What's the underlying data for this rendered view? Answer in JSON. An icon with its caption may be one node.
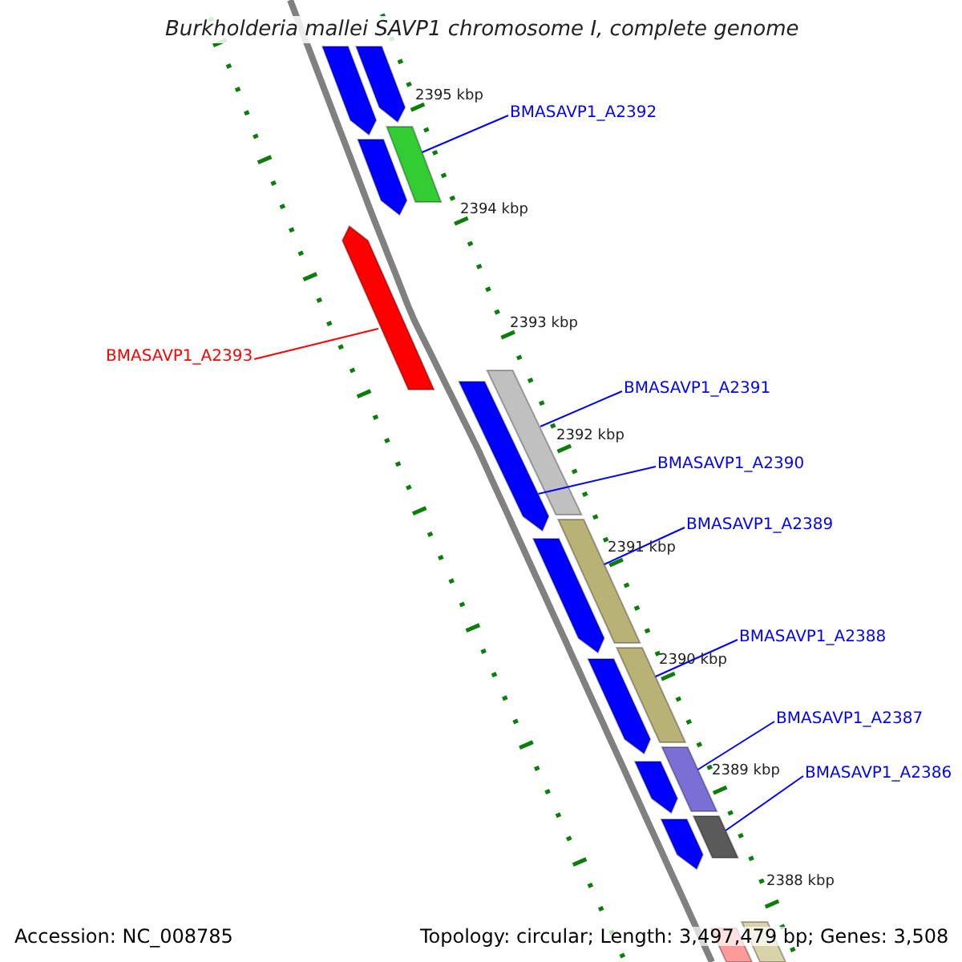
{
  "diagram": {
    "title": "Burkholderia mallei SAVP1 chromosome I, complete genome",
    "nodes": [
      {
        "text": [
          "BMASAVP1_A2392"
        ]
      },
      {
        "text": [
          "BMASAVP1_A2393"
        ]
      },
      {
        "text": [
          "BMASAVP1_A2391"
        ]
      },
      {
        "text": [
          "BMASAVP1_A2390"
        ]
      },
      {
        "text": [
          "BMASAVP1_A2389"
        ]
      },
      {
        "text": [
          "BMASAVP1_A2388"
        ]
      },
      {
        "text": [
          "BMASAVP1_A2387"
        ]
      },
      {
        "text": [
          "BMASAVP1_A2386"
        ]
      },
      {
        "text": [],
        "shape": "arrow"
      },
      {
        "text": [],
        "shape": "arrow"
      },
      {
        "text": [],
        "shape": "bar"
      },
      {
        "text": [],
        "shape": "arrow"
      },
      {
        "text": [],
        "shape": "arrow"
      },
      {
        "text": [],
        "shape": "bar"
      },
      {
        "text": [],
        "shape": "arrow"
      },
      {
        "text": [],
        "shape": "bar"
      },
      {
        "text": [],
        "shape": "arrow"
      },
      {
        "text": [],
        "shape": "bar"
      },
      {
        "text": [],
        "shape": "arrow"
      },
      {
        "text": [],
        "shape": "bar"
      },
      {
        "text": [],
        "shape": "arrow"
      },
      {
        "text": [],
        "shape": "bar"
      },
      {
        "text": [],
        "shape": "arrow"
      },
      {
        "text": [],
        "shape": "bar"
      },
      {
        "text": [],
        "shape": "bar"
      }
    ],
    "edges": [
      {
        "from": 0,
        "to": 10,
        "arrow": "none"
      },
      {
        "from": 1,
        "to": 12,
        "arrow": "none",
        "color": "#ff0000"
      },
      {
        "from": 2,
        "to": 13,
        "arrow": "none"
      },
      {
        "from": 3,
        "to": 14,
        "arrow": "none"
      },
      {
        "from": 4,
        "to": 15,
        "arrow": "none"
      },
      {
        "from": 5,
        "to": 17,
        "arrow": "none"
      },
      {
        "from": 6,
        "to": 19,
        "arrow": "none"
      },
      {
        "from": 7,
        "to": 21,
        "arrow": "none"
      }
    ],
    "labels": [
      "2395 kbp",
      "2394 kbp",
      "2393 kbp",
      "2392 kbp",
      "2391 kbp",
      "2390 kbp",
      "2389 kbp",
      "2388 kbp",
      "Accession: NC_008785",
      "Topology: circular; Length: 3,497,479 bp; Genes: 3,508"
    ]
  }
}
